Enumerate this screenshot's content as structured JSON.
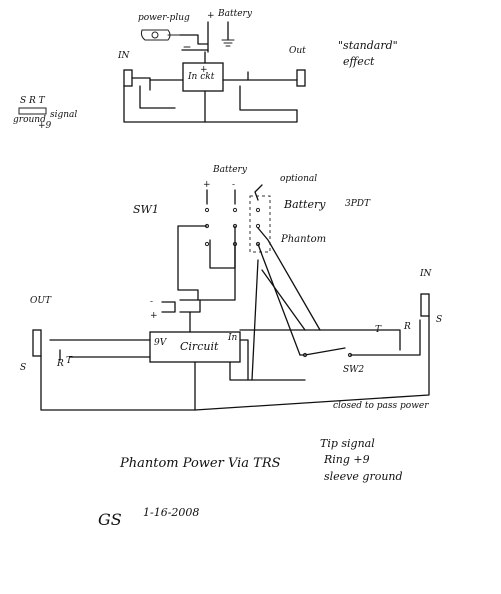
{
  "top": {
    "power_plug": "power-plug",
    "battery": "Battery",
    "plus": "+",
    "minus": "-",
    "in": "IN",
    "out": "Out",
    "standard_effect_line1": "\"standard\"",
    "standard_effect_line2": "effect",
    "circuit_box": "In   ckt",
    "srt": "S  R  T",
    "ground": "ground",
    "signal": "signal",
    "plus9": "+9"
  },
  "bottom": {
    "battery": "Battery",
    "optional": "optional",
    "battery_right": "Battery",
    "spdt": "3PDT",
    "phantom": "Phantom",
    "sw1": "SW1",
    "sw2": "SW2",
    "out": "OUT",
    "in": "IN",
    "circuit": "Circuit",
    "nine_v": "9V",
    "in_small": "In",
    "s_left": "S",
    "r_left": "R",
    "t_left": "T",
    "s_right": "S",
    "r_right": "R",
    "t_right": "T",
    "plus": "+",
    "minus": "-",
    "closed_to_pass_power": "closed to pass power"
  },
  "caption": {
    "title": "Phantom Power Via TRS",
    "tip": "Tip signal",
    "ring": "Ring +9",
    "sleeve": "sleeve ground"
  },
  "signature": {
    "initials": "GS",
    "date": "1-16-2008"
  }
}
